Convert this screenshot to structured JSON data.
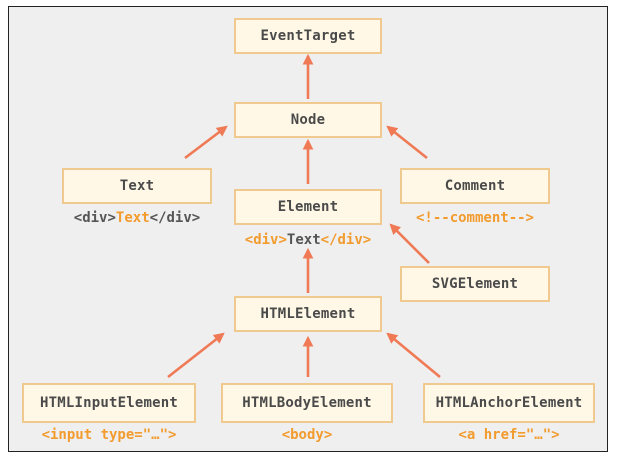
{
  "diagram": {
    "nodes": {
      "event_target": "EventTarget",
      "node": "Node",
      "text": "Text",
      "element": "Element",
      "comment": "Comment",
      "svg_element": "SVGElement",
      "html_element": "HTMLElement",
      "html_input_element": "HTMLInputElement",
      "html_body_element": "HTMLBodyElement",
      "html_anchor_element": "HTMLAnchorElement"
    },
    "captions": {
      "text": {
        "open": "<div>",
        "inner": "Text",
        "close": "</div>"
      },
      "element": {
        "open": "<div>",
        "inner": "Text",
        "close": "</div>"
      },
      "comment": "<!--comment-->",
      "input": "<input type=\"…\">",
      "body": "<body>",
      "anchor": "<a href=\"…\">"
    },
    "colors": {
      "background": "#efefef",
      "box_fill": "#fff8e6",
      "box_border": "#f0c98f",
      "arrow": "#ef7a55",
      "tag_text": "#f29b2e",
      "plain_text": "#555555"
    }
  }
}
